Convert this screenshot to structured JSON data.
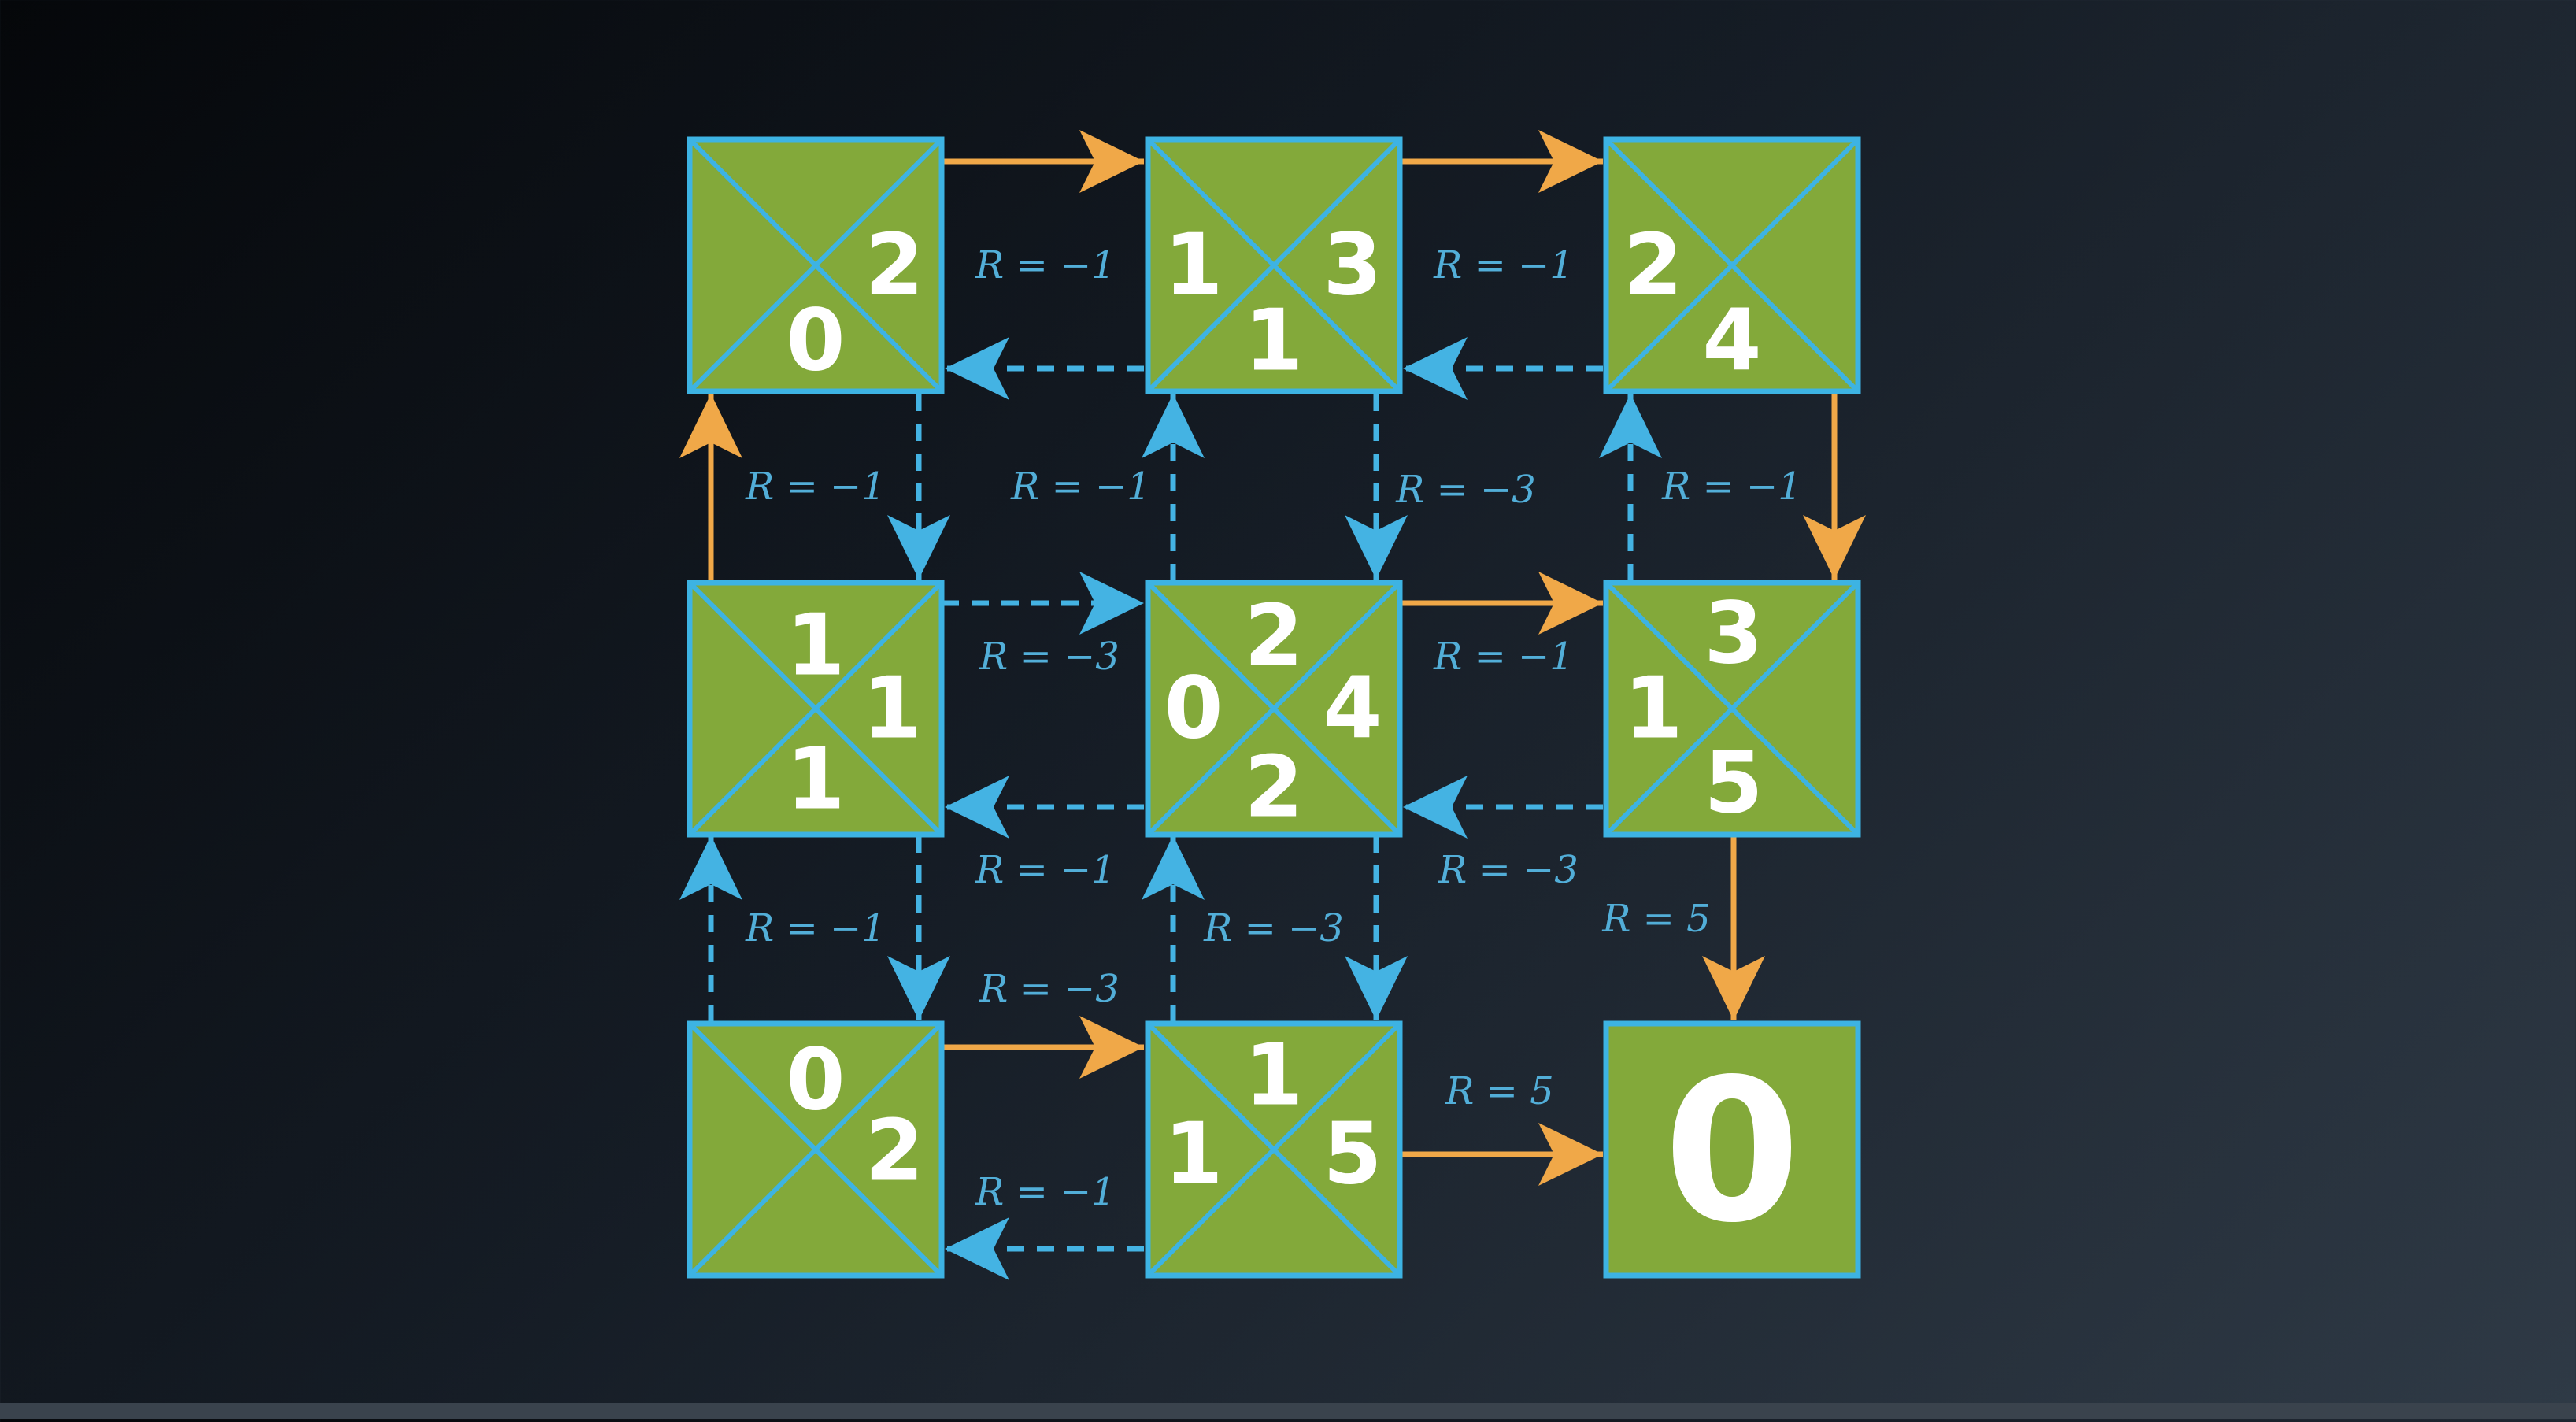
{
  "colors": {
    "cell_fill": "#83a93a",
    "cell_border": "#3db3e3",
    "policy_arrow": "#f0a848",
    "other_arrow": "#44b3e3",
    "label": "#52aed8",
    "value_text": "#ffffff"
  },
  "cells": [
    {
      "id": "r0c0",
      "values": {
        "top": "",
        "right": "2",
        "bottom": "0",
        "left": ""
      }
    },
    {
      "id": "r0c1",
      "values": {
        "top": "",
        "right": "3",
        "bottom": "1",
        "left": "1"
      }
    },
    {
      "id": "r0c2",
      "values": {
        "top": "",
        "right": "",
        "bottom": "4",
        "left": "2"
      }
    },
    {
      "id": "r1c0",
      "values": {
        "top": "1",
        "right": "1",
        "bottom": "1",
        "left": ""
      }
    },
    {
      "id": "r1c1",
      "values": {
        "top": "2",
        "right": "4",
        "bottom": "2",
        "left": "0"
      }
    },
    {
      "id": "r1c2",
      "values": {
        "top": "3",
        "right": "",
        "bottom": "5",
        "left": "1"
      }
    },
    {
      "id": "r2c0",
      "values": {
        "top": "0",
        "right": "2",
        "bottom": "",
        "left": ""
      }
    },
    {
      "id": "r2c1",
      "values": {
        "top": "1",
        "right": "5",
        "bottom": "",
        "left": "1"
      }
    },
    {
      "id": "r2c2",
      "terminal": true,
      "value": "0"
    }
  ],
  "transitions": [
    {
      "id": "r0c0-to-r0c1",
      "style": "policy",
      "reward": "R = −1"
    },
    {
      "id": "r0c1-to-r0c0",
      "style": "other"
    },
    {
      "id": "r0c1-to-r0c2",
      "style": "policy",
      "reward": "R = −1"
    },
    {
      "id": "r0c2-to-r0c1",
      "style": "other"
    },
    {
      "id": "r1c0-to-r1c1",
      "style": "other",
      "reward": "R = −3"
    },
    {
      "id": "r1c1-to-r1c0",
      "style": "other",
      "reward": "R = −1"
    },
    {
      "id": "r1c1-to-r1c2",
      "style": "policy",
      "reward": "R = −1"
    },
    {
      "id": "r1c2-to-r1c1",
      "style": "other",
      "reward": "R = −3"
    },
    {
      "id": "r2c0-to-r2c1",
      "style": "policy",
      "reward": "R = −3"
    },
    {
      "id": "r2c1-to-r2c0",
      "style": "other",
      "reward": "R = −1"
    },
    {
      "id": "r2c1-to-r2c2",
      "style": "policy",
      "reward": "R = 5"
    },
    {
      "id": "r1c0-to-r0c0",
      "style": "policy",
      "reward": "R = −1"
    },
    {
      "id": "r0c0-to-r1c0",
      "style": "other"
    },
    {
      "id": "r1c1-to-r0c1",
      "style": "other",
      "reward": "R = −1"
    },
    {
      "id": "r0c1-to-r1c1",
      "style": "other",
      "reward": "R = −3"
    },
    {
      "id": "r1c2-to-r0c2",
      "style": "other",
      "reward": "R = −1"
    },
    {
      "id": "r0c2-to-r1c2",
      "style": "policy"
    },
    {
      "id": "r2c0-to-r1c0",
      "style": "other",
      "reward": "R = −1"
    },
    {
      "id": "r1c0-to-r2c0",
      "style": "other"
    },
    {
      "id": "r2c1-to-r1c1",
      "style": "other",
      "reward": "R = −3"
    },
    {
      "id": "r1c1-to-r2c1",
      "style": "other"
    },
    {
      "id": "r1c2-to-r2c2",
      "style": "policy",
      "reward": "R = 5"
    }
  ]
}
